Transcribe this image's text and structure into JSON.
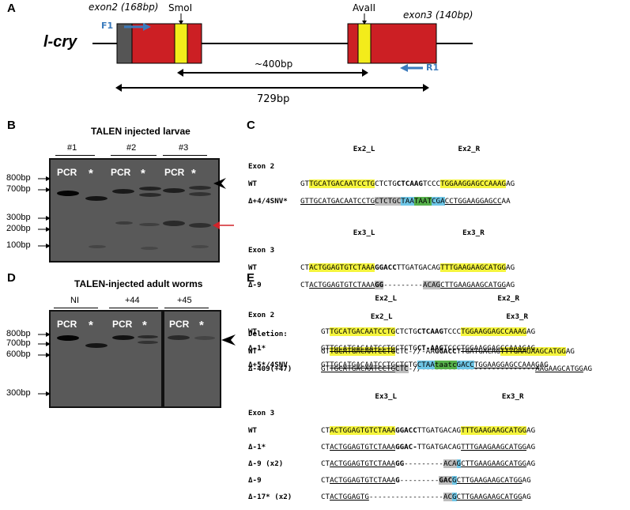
{
  "panel_a": {
    "letter": "A",
    "gene": "l-cry",
    "exon2": "exon2 (168bp)",
    "exon3": "exon3 (140bp)",
    "site1": "SmoI",
    "site2": "AvaII",
    "primer_f": "F1",
    "primer_r": "R1",
    "dist1": "~400bp",
    "dist2": "729bp",
    "colors": {
      "exon": "#cc1f24",
      "site": "#f3ec1b",
      "utr": "#555555",
      "primer": "#3b7bbd"
    }
  },
  "panel_b": {
    "letter": "B",
    "title": "TALEN injected larvae",
    "groups": [
      "#1",
      "#2",
      "#3"
    ],
    "lanes": [
      "PCR",
      "*",
      "PCR",
      "*",
      "PCR",
      "*"
    ],
    "markers": [
      "800bp",
      "700bp",
      "300bp",
      "200bp",
      "100bp"
    ]
  },
  "panel_c": {
    "letter": "C",
    "sections": [
      {
        "title": "Exon 2",
        "left_tag": "Ex2_L",
        "right_tag": "Ex2_R",
        "rows": [
          {
            "label": "WT"
          },
          {
            "label": "Δ+4/4SNV*"
          }
        ]
      },
      {
        "title": "Exon 3",
        "left_tag": "Ex3_L",
        "right_tag": "Ex3_R",
        "rows": [
          {
            "label": "WT"
          },
          {
            "label": "Δ-9"
          }
        ]
      },
      {
        "title": "Deletion:",
        "left_tag": "Ex2_L",
        "right_tag": "Ex3_R",
        "rows": [
          {
            "label": "WT"
          },
          {
            "label": "Δ-409(+47)"
          }
        ]
      }
    ]
  },
  "panel_d": {
    "letter": "D",
    "title": "TALEN-injected adult worms",
    "groups": [
      "NI",
      "+44",
      "+45"
    ],
    "lanes": [
      "PCR",
      "*",
      "PCR",
      "*",
      "PCR",
      "*"
    ],
    "markers": [
      "800bp",
      "700bp",
      "600bp",
      "300bp"
    ]
  },
  "panel_e": {
    "letter": "E",
    "sections": [
      {
        "title": "Exon 2",
        "left_tag": "Ex2_L",
        "right_tag": "Ex2_R",
        "rows": [
          {
            "label": "WT"
          },
          {
            "label": "Δ-1*"
          },
          {
            "label": "Δ+5*/4SNV"
          }
        ]
      },
      {
        "title": "Exon 3",
        "left_tag": "Ex3_L",
        "right_tag": "Ex3_R",
        "rows": [
          {
            "label": "WT"
          },
          {
            "label": "Δ-1*"
          },
          {
            "label": "Δ-9 (x2)"
          },
          {
            "label": "Δ-9"
          },
          {
            "label": "Δ-17* (x2)"
          }
        ]
      }
    ]
  }
}
